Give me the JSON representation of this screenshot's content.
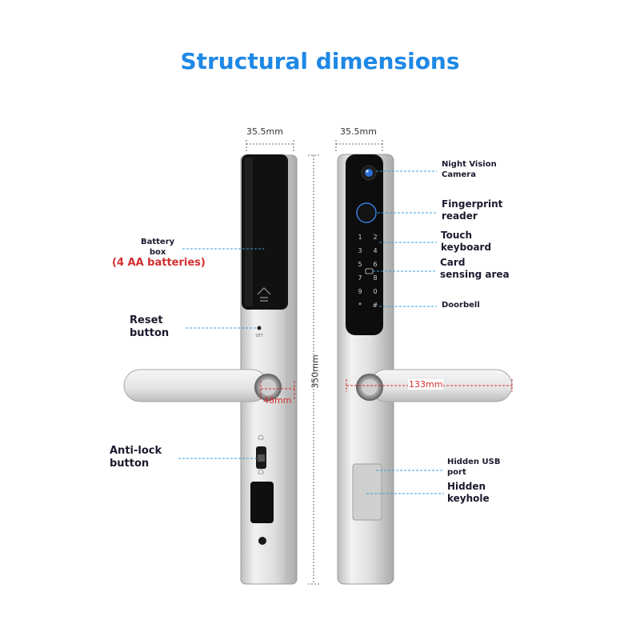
{
  "title": "Structural dimensions",
  "dimensions": {
    "width_left": "35.5mm",
    "width_right": "35.5mm",
    "height": "350mm",
    "handle_gap": "48mm",
    "handle_length": "133mm"
  },
  "left_labels": {
    "battery_box": "Battery\nbox",
    "battery_note": "(4 AA batteries)",
    "reset_button": "Reset\nbutton",
    "anti_lock_button": "Anti-lock\nbutton",
    "set_text": "SET"
  },
  "right_labels": {
    "night_vision_camera": "Night Vision\nCamera",
    "fingerprint_reader": "Fingerprint\nreader",
    "touch_keyboard": "Touch\nkeyboard",
    "card_sensing_area": "Card\nsensing area",
    "doorbell": "Doorbell",
    "hidden_usb_port": "Hidden USB\nport",
    "hidden_keyhole": "Hidden\nkeyhole"
  },
  "keypad": [
    "1",
    "2",
    "3",
    "4",
    "5",
    "6",
    "7",
    "8",
    "9",
    "0",
    "*",
    "#"
  ],
  "colors": {
    "title": "#1e88e5",
    "callout_line": "#3aa0d8",
    "dim_red": "#d32f2f",
    "panel_black": "#0d0d0d",
    "body_silver": "#dcdcdc"
  }
}
